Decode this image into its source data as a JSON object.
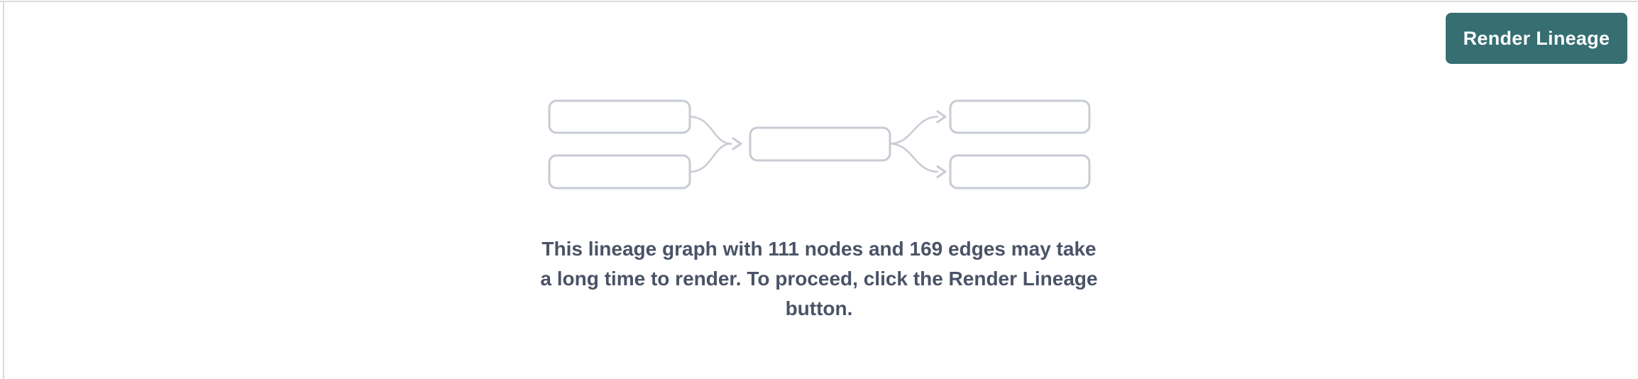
{
  "panel": {
    "background": "#ffffff",
    "border_color": "#dadade"
  },
  "header": {
    "render_button_label": "Render Lineage",
    "button_color": "#366e72",
    "button_text_color": "#ffffff"
  },
  "empty_state": {
    "message_full": "This lineage graph with 111 nodes and 169 edges may take a long time to render. To proceed, click the Render Lineage button.",
    "message_lines": [
      "This lineage graph with 111 nodes and 169 edges may take",
      "a long time to render. To proceed, click the Render Lineage",
      "button."
    ],
    "node_count": 111,
    "edge_count": 169,
    "text_color": "#4a5366"
  },
  "illustration": {
    "icon": "lineage-graph-illustration",
    "node_fill": "#ffffff",
    "node_stroke_color": "#c7cbd3",
    "edge_color": "#c9ccd4",
    "node_boxes": 5,
    "edges": 4
  }
}
